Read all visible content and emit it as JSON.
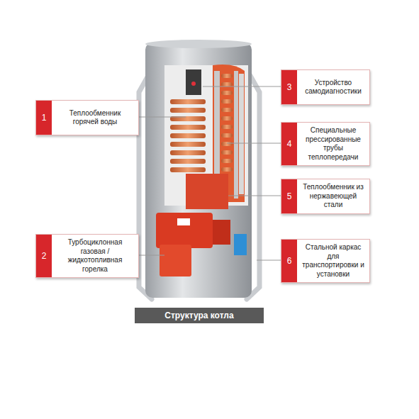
{
  "diagram": {
    "caption": "Структура котла",
    "nodes": [
      {
        "text": [
          "1",
          "Теплообменник горячей воды"
        ]
      },
      {
        "text": [
          "2",
          "Турбоциклонная газовая / жидкотопливная горелка"
        ]
      },
      {
        "text": [
          "3",
          "Устройство самодиагностики"
        ]
      },
      {
        "text": [
          "4",
          "Специальные прессированные трубы теплопередачи"
        ]
      },
      {
        "text": [
          "5",
          "Теплообменник из нержавеющей стали"
        ]
      },
      {
        "text": [
          "6",
          "Стальной каркас для транспортировки и установки"
        ]
      }
    ]
  }
}
